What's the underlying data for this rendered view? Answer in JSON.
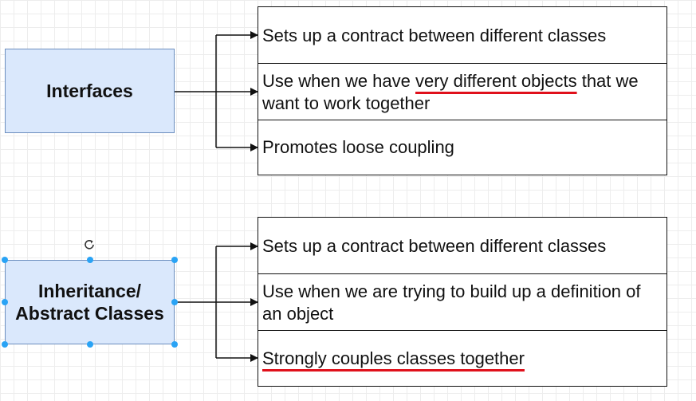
{
  "diagram": {
    "groups": [
      {
        "concept": "Interfaces",
        "points": [
          {
            "parts": [
              {
                "text": "Sets up a contract between different classes",
                "underlined": false
              }
            ]
          },
          {
            "parts": [
              {
                "text": "Use when we have ",
                "underlined": false
              },
              {
                "text": "very different objects",
                "underlined": true
              },
              {
                "text": " that we want to work together",
                "underlined": false
              }
            ]
          },
          {
            "parts": [
              {
                "text": "Promotes loose coupling",
                "underlined": false
              }
            ]
          }
        ]
      },
      {
        "concept": "Inheritance/\nAbstract Classes",
        "selected": true,
        "points": [
          {
            "parts": [
              {
                "text": "Sets up a contract between different classes",
                "underlined": false
              }
            ]
          },
          {
            "parts": [
              {
                "text": "Use when we are trying to build up a definition of an object",
                "underlined": false
              }
            ]
          },
          {
            "parts": [
              {
                "text": "Strongly couples classes together",
                "underlined": true
              }
            ]
          }
        ]
      }
    ]
  },
  "colors": {
    "concept_fill": "#dae8fc",
    "concept_border": "#6c8ebf",
    "underline": "#e0101b",
    "selection_handle": "#29a3f5"
  }
}
